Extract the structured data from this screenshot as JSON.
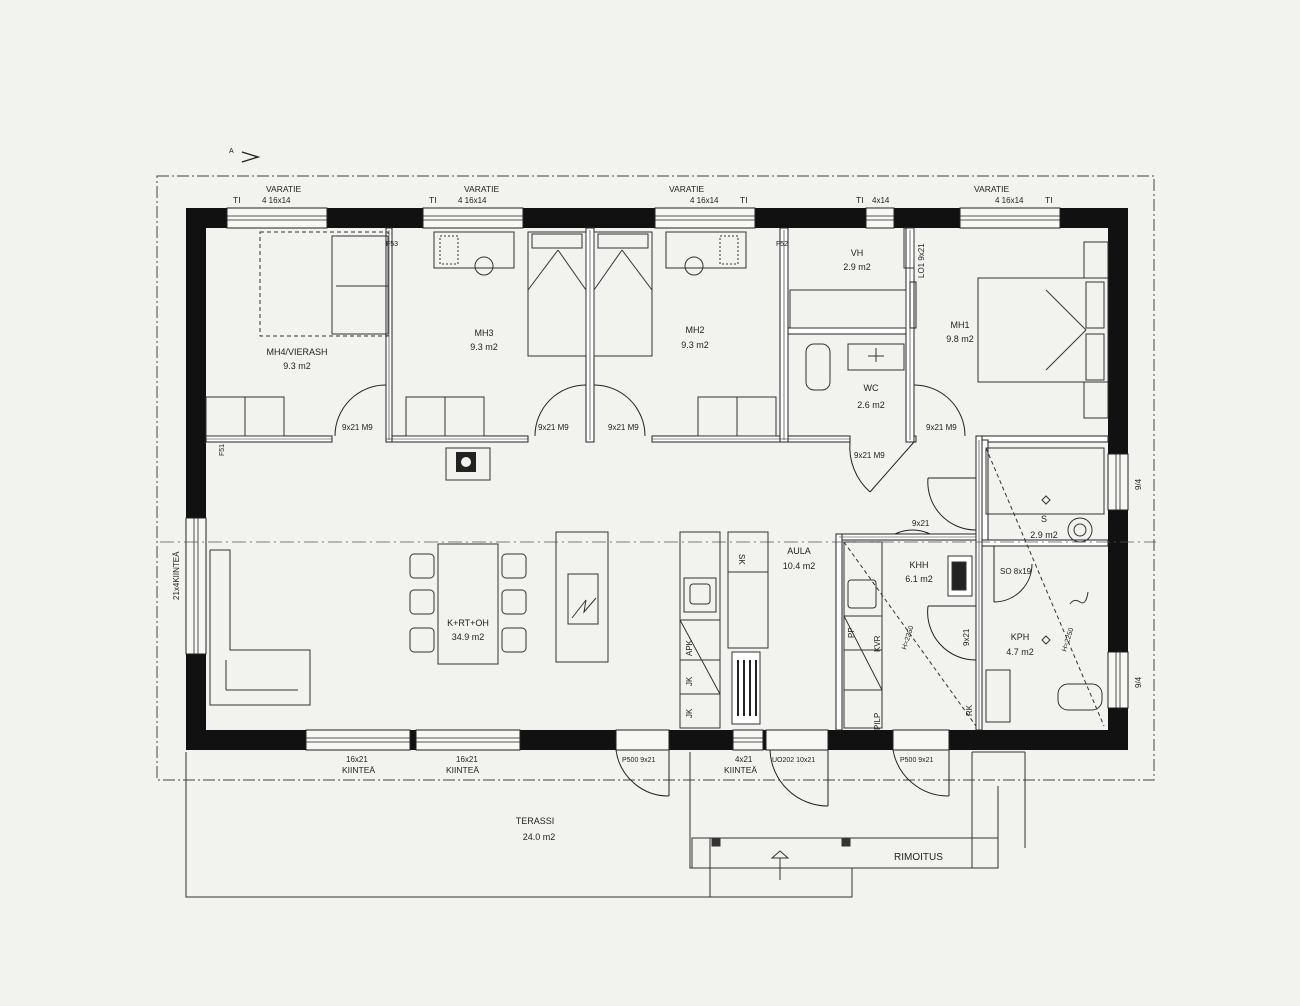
{
  "north_marker": "A",
  "rooms": {
    "mh4": {
      "name": "MH4/VIERASH",
      "area": "9.3 m2"
    },
    "mh3": {
      "name": "MH3",
      "area": "9.3 m2"
    },
    "mh2": {
      "name": "MH2",
      "area": "9.3 m2"
    },
    "vh": {
      "name": "VH",
      "area": "2.9 m2"
    },
    "mh1": {
      "name": "MH1",
      "area": "9.8 m2"
    },
    "wc": {
      "name": "WC",
      "area": "2.6 m2"
    },
    "aula": {
      "name": "AULA",
      "area": "10.4 m2"
    },
    "krtoh": {
      "name": "K+RT+OH",
      "area": "34.9 m2"
    },
    "khh": {
      "name": "KHH",
      "area": "6.1 m2"
    },
    "s": {
      "name": "S",
      "area": "2.9 m2"
    },
    "kph": {
      "name": "KPH",
      "area": "4.7 m2"
    },
    "terassi": {
      "name": "TERASSI",
      "area": "24.0 m2"
    }
  },
  "windows_top": [
    {
      "title": "VARATIE",
      "size": "4 16x14",
      "ti": "TI"
    },
    {
      "title": "VARATIE",
      "size": "4 16x14",
      "ti": "TI"
    },
    {
      "title": "VARATIE",
      "size": "4 16x14",
      "ti": "TI"
    },
    {
      "title": "",
      "size": "4x14",
      "ti": "TI"
    },
    {
      "title": "VARATIE",
      "size": "4 16x14",
      "ti": "TI"
    }
  ],
  "windows_bottom": [
    {
      "size": "16x21",
      "label": "KIINTEÄ"
    },
    {
      "size": "16x21",
      "label": "KIINTEÄ"
    },
    {
      "size": "4x21",
      "label": "KIINTEÄ"
    }
  ],
  "window_left": "21x4KIINTEÄ",
  "window_right_1": "9/4",
  "window_right_2": "9/4",
  "doors": {
    "d1": "9x21 M9",
    "d2": "9x21 M9",
    "d3": "9x21 M9",
    "d4": "9x21 M9",
    "d5": "9x21 M9",
    "d6": "9x21",
    "d7": "9x21",
    "so": "SO 8x19",
    "lo": "LO1 9x21",
    "p500a": "P500 9x21",
    "uo": "UO202 10x21",
    "p500b": "P500 9x21"
  },
  "closet_labels": {
    "f1": "F53",
    "f2": "F52",
    "f3": "F51"
  },
  "fixtures": {
    "sk": "SK",
    "apk": "APK",
    "jk1": "JK",
    "jk2": "JK",
    "pp": "PP",
    "kvr": "KVR",
    "pilp": "PILP",
    "rk": "RK",
    "h1": "H=2250",
    "h2": "H=2250"
  },
  "rimoitus": "RIMOITUS"
}
